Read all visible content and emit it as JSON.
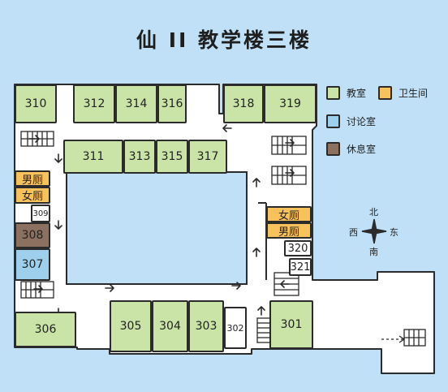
{
  "title": "仙 II 教学楼三楼",
  "legend": {
    "classroom": "教室",
    "restroom": "卫生间",
    "discussion": "讨论室",
    "rest": "休息室"
  },
  "compass": {
    "north": "北",
    "south": "南",
    "east": "东",
    "west": "西"
  },
  "rooms": {
    "r310": "310",
    "r312": "312",
    "r314": "314",
    "r316": "316",
    "r318": "318",
    "r319": "319",
    "r311": "311",
    "r313": "313",
    "r315": "315",
    "r317": "317",
    "women_left": "女厕",
    "men_left": "男厕",
    "r309": "309",
    "r308": "308",
    "r307": "307",
    "r306": "306",
    "r305": "305",
    "r304": "304",
    "r303": "303",
    "r302": "302",
    "r301": "301",
    "women_right": "女厕",
    "men_right": "男厕",
    "r320": "320",
    "r321": "321"
  },
  "colors": {
    "classroom": "#c9e4a6",
    "restroom": "#f7c25c",
    "discussion": "#9ed0ee",
    "rest": "#8c7060",
    "background": "#bfe0f7"
  }
}
